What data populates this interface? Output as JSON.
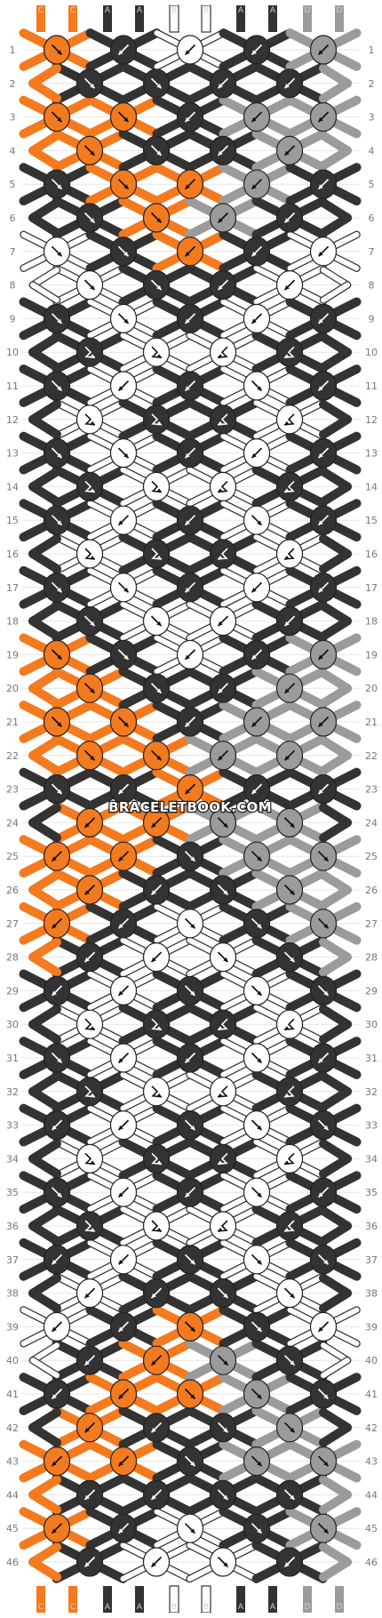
{
  "watermark": "BRACELETBOOK.COM",
  "strand_labels_top": [
    "C",
    "C",
    "A",
    "A",
    "B",
    "B",
    "A",
    "A",
    "D",
    "D"
  ],
  "strand_labels_bottom": [
    "C",
    "C",
    "A",
    "A",
    "B",
    "B",
    "A",
    "A",
    "D",
    "D"
  ],
  "colors": {
    "A": "#333333",
    "B": "#ffffff",
    "C": "#f47a20",
    "D": "#9b9b9b"
  },
  "row_count": 46,
  "row_numbers": [
    "1",
    "2",
    "3",
    "4",
    "5",
    "6",
    "7",
    "8",
    "9",
    "10",
    "11",
    "12",
    "13",
    "14",
    "15",
    "16",
    "17",
    "18",
    "19",
    "20",
    "21",
    "22",
    "23",
    "24",
    "25",
    "26",
    "27",
    "28",
    "29",
    "30",
    "31",
    "32",
    "33",
    "34",
    "35",
    "36",
    "37",
    "38",
    "39",
    "40",
    "41",
    "42",
    "43",
    "44",
    "45",
    "46"
  ],
  "rows": [
    "C\\ A/ B/ A/ D/",
    "A\\ A\\ A/ A/",
    "C\\ C\\ A/ D/ D/",
    "C\\ A\\ A/ D/",
    "A\\ C\\ C/ D/ A/",
    "A\\ C\\ D/ A/",
    "B\\ A\\ C/ A/ B/",
    "B\\ A\\ A/ B/",
    "A\\ B\\ A/ B/ A/",
    "A> B> B< A<",
    "A\\ B/ A/ B\\ A/",
    "B> A> A< B<",
    "A\\ B\\ A/ B/ A/",
    "A> B> B< A<",
    "A\\ B/ A/ B\\ A/",
    "B> A> A< B<",
    "A\\ B\\ A/ B/ A/",
    "A\\ B\\ B/ A/",
    "C\\ A\\ B/ A/ D/",
    "C\\ A\\ A/ D/",
    "C\\ C\\ A/ D/ D/",
    "C\\ C\\ D/ D/",
    "A\\ A/ C/ A/ A/",
    "C/ C/ D\\ D\\",
    "C/ C/ A\\ D\\ D\\",
    "C/ A/ A\\ D\\",
    "C/ A/ B\\ A\\ D\\",
    "A/ B/ B\\ A\\",
    "A/ B/ A\\ B\\ A\\",
    "B> A> A< B<",
    "A\\ B/ A/ B\\ A/",
    "A> B> B< A<",
    "A/ B/ A\\ B\\ A\\",
    "B> A> A< B<",
    "A\\ B/ A/ B\\ A/",
    "A> B> B< A<",
    "A/ B/ A\\ B\\ A\\",
    "B/ A/ A\\ B\\",
    "B/ A/ C\\ A\\ B/",
    "A/ C/ D\\ A\\",
    "A/ C/ C\\ D\\ A\\",
    "C/ A/ A\\ D\\",
    "C/ C/ A\\ D\\ D\\",
    "A/ A/ A\\ A\\",
    "C/ A/ B\\ A\\ D\\",
    "A/ B/ B\\ A/"
  ]
}
